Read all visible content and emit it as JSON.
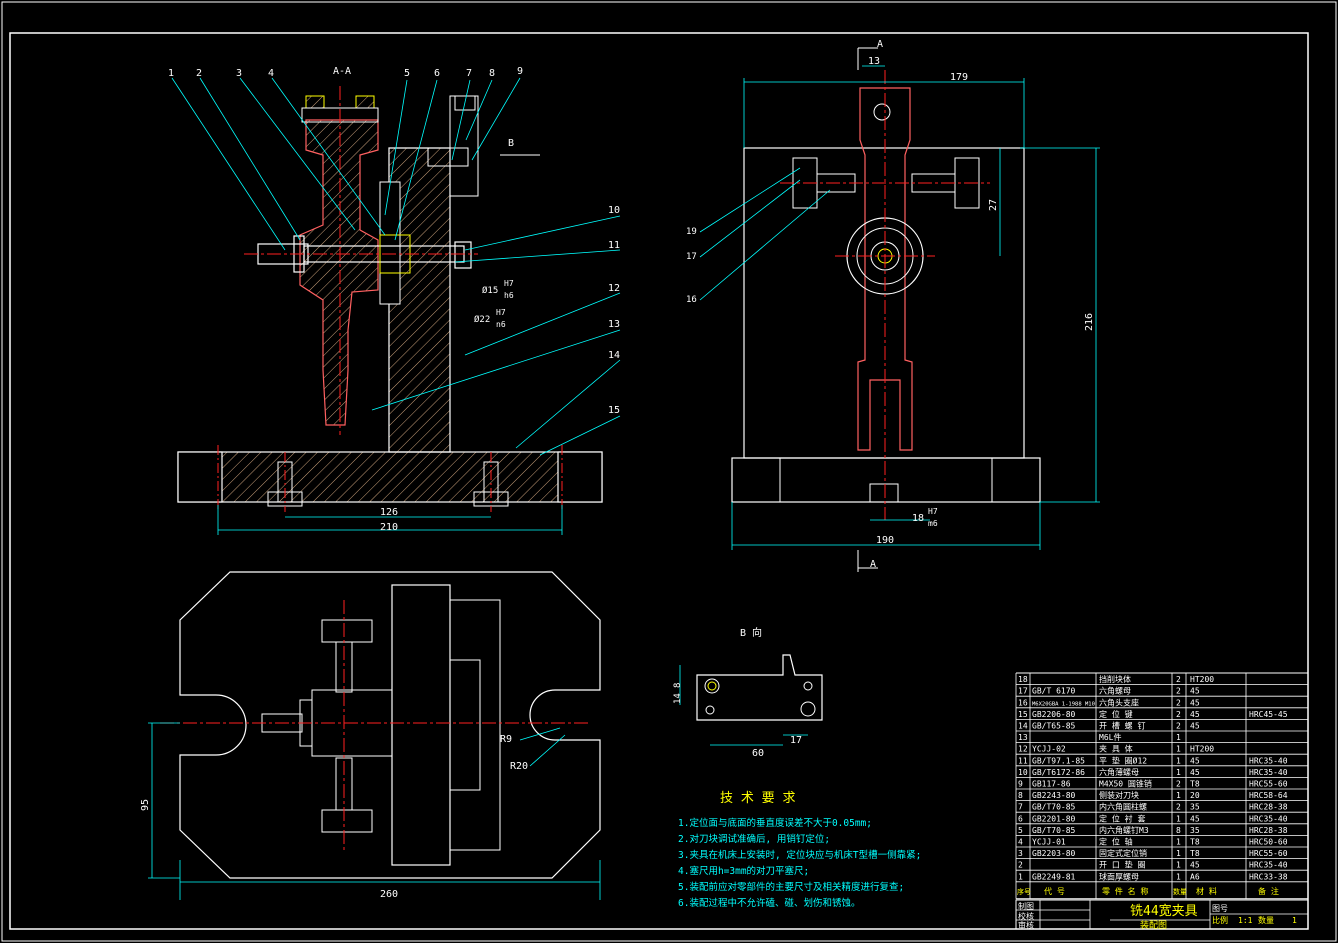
{
  "drawing": {
    "section_label": "A-A",
    "section_mark": "A",
    "view_b_mark": "B",
    "view_b_title": "B 向",
    "balloons_left": [
      "1",
      "2",
      "3",
      "4",
      "5",
      "6",
      "7",
      "8",
      "9"
    ],
    "balloons_right_col": [
      "10",
      "11",
      "12",
      "13",
      "14",
      "15"
    ],
    "balloons_top_view": [
      "19",
      "17",
      "16"
    ],
    "fits": {
      "d15": "Ø15",
      "d22": "Ø22",
      "h7": "H7",
      "h6": "h6",
      "n6": "n6",
      "m6": "m6"
    },
    "dims": {
      "d126": "126",
      "d210": "210",
      "d13": "13",
      "d179": "179",
      "d27": "27",
      "d216": "216",
      "d18": "18",
      "d190": "190",
      "d95": "95",
      "d260": "260",
      "r9": "R9",
      "r20": "R20",
      "d14": "14",
      "d8": "8",
      "d60": "60",
      "d17": "17"
    }
  },
  "tech": {
    "title": "技 术 要 求",
    "lines": [
      "1.定位面与底面的垂直度误差不大于0.05mm;",
      "2.对刀块调试准确后, 用销钉定位;",
      "3.夹具在机床上安装时, 定位块应与机床T型槽一侧靠紧;",
      "4.塞尺用h=3mm的对刀平塞尺;",
      "5.装配前应对零部件的主要尺寸及相关精度进行复查;",
      "6.装配过程中不允许磕、碰、划伤和锈蚀。"
    ]
  },
  "bom": {
    "rows": [
      [
        "18",
        "",
        "挡削块体",
        "2",
        "HT200",
        ""
      ],
      [
        "17",
        "GB/T 6170",
        "六角螺母",
        "2",
        "45",
        ""
      ],
      [
        "16",
        "M6X20GBA 1-1988 M10",
        "六角头支座",
        "2",
        "45",
        ""
      ],
      [
        "15",
        "GB2206-80",
        "定 位 键",
        "2",
        "45",
        "HRC45-45"
      ],
      [
        "14",
        "GB/T65-85",
        "开 槽 螺 钉",
        "2",
        "45",
        ""
      ],
      [
        "13",
        "",
        "M6L件",
        "1",
        "",
        ""
      ],
      [
        "12",
        "YCJJ-02",
        "夹 具 体",
        "1",
        "HT200",
        ""
      ],
      [
        "11",
        "GB/T97.1-85",
        "平 垫 圈Ø12",
        "1",
        "45",
        "HRC35-40"
      ],
      [
        "10",
        "GB/T6172-86",
        "六角薄螺母",
        "1",
        "45",
        "HRC35-40"
      ],
      [
        "9",
        "GB117-86",
        "M4X50 圆锥销",
        "2",
        "T8",
        "HRC55-60"
      ],
      [
        "8",
        "GB2243-80",
        "侧装对刀块",
        "1",
        "20",
        "HRC58-64"
      ],
      [
        "7",
        "GB/T70-85",
        "内六角圆柱螺",
        "2",
        "35",
        "HRC28-38"
      ],
      [
        "6",
        "GB2201-80",
        "定 位 衬 套",
        "1",
        "45",
        "HRC35-40"
      ],
      [
        "5",
        "GB/T70-85",
        "内六角螺钉M3",
        "8",
        "35",
        "HRC28-38"
      ],
      [
        "4",
        "YCJJ-01",
        "定 位 轴",
        "1",
        "T8",
        "HRC50-60"
      ],
      [
        "3",
        "GB2203-80",
        "固定式定位销",
        "1",
        "T8",
        "HRC55-60"
      ],
      [
        "2",
        "",
        "开 口 垫 圈",
        "1",
        "45",
        "HRC35-40"
      ],
      [
        "1",
        "GB2249-81",
        "球面厚螺母",
        "1",
        "A6",
        "HRC33-38"
      ]
    ],
    "header": [
      "序号",
      "代 号",
      "零 件 名 称",
      "数量",
      "材 料",
      "备 注"
    ],
    "title_block": {
      "drawing_name": "铣44宽夹具",
      "subtitle": "装配图",
      "scale_label": "比例",
      "scale_value": "1:1",
      "qty_label": "数量",
      "qty_value": "1",
      "sheet_label": "图号",
      "drawn": "制图",
      "checked": "校核",
      "approved": "审核"
    }
  },
  "colors": {
    "white": "#ffffff",
    "cyan": "#00ffff",
    "red": "#ff2020",
    "yellow": "#ffff00",
    "hatch": "#c9a07a"
  }
}
